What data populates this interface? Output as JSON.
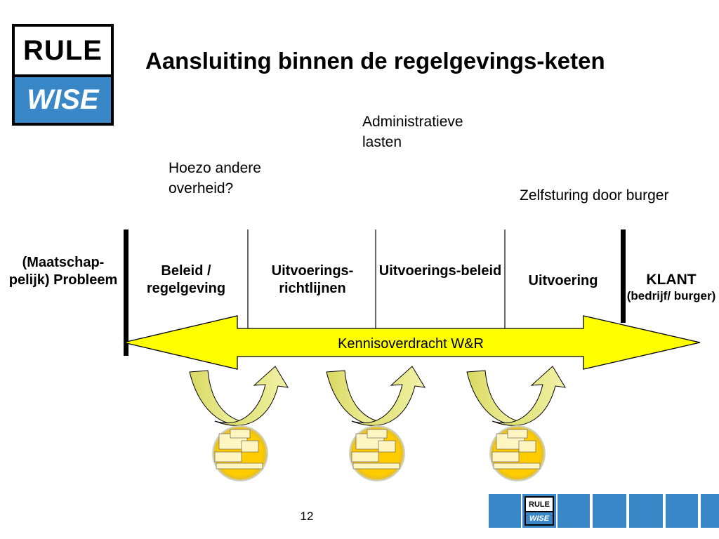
{
  "logo": {
    "top_text": "RULE",
    "bottom_text": "WISE",
    "brand_color": "#3a87c8"
  },
  "title": "Aansluiting binnen de regelgevings-keten",
  "notes": {
    "admin": "Administratieve lasten",
    "hoezo": "Hoezo andere overheid?",
    "zelfsturing": "Zelfsturing door burger"
  },
  "stages": {
    "probleem": "(Maatschap-pelijk) Probleem",
    "beleid": "Beleid / regelgeving",
    "richtlijnen": "Uitvoerings-richtlijnen",
    "uitvoeringsbeleid": "Uitvoerings-beleid",
    "uitvoering": "Uitvoering",
    "klant_main": "KLANT",
    "klant_sub": "(bedrijf/ burger)"
  },
  "arrow": {
    "label": "Kennisoverdracht W&R",
    "fill_color": "#ffff00"
  },
  "page_number": "12",
  "footer_logo": {
    "top_text": "RULE",
    "bottom_text": "WISE"
  }
}
